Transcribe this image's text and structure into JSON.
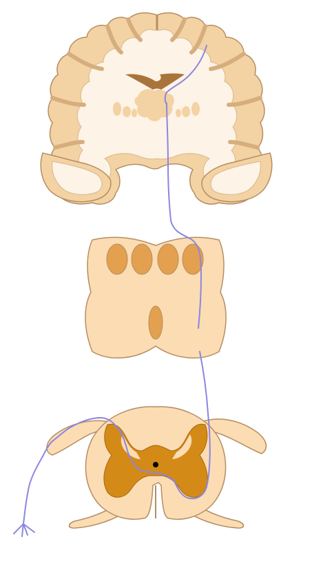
{
  "diagram": {
    "colors": {
      "background": "#ffffff",
      "white_matter": "#fdf3e6",
      "gray_matter": "#f3d2a3",
      "outline": "#b58d62",
      "medulla_fill": "#fbdcb3",
      "pyramid_fill": "#e3a04f",
      "spinal_gray": "#d48a17",
      "ventricle": "#a8743c",
      "pathway": "#8c86df"
    },
    "sections": [
      {
        "name": "coronal-brain-section"
      },
      {
        "name": "medulla-section"
      },
      {
        "name": "spinal-cord-section"
      }
    ],
    "pathway": {
      "name": "sensory-pathway-line"
    }
  }
}
